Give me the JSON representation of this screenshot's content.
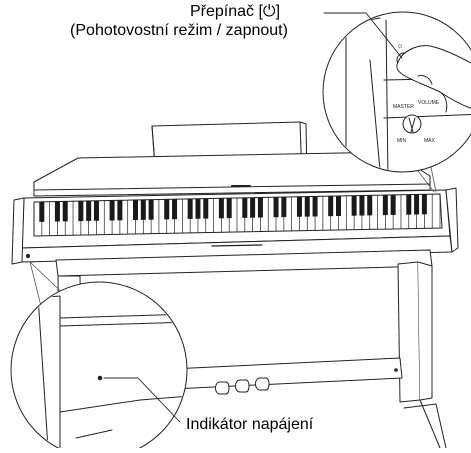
{
  "callouts": {
    "power_switch_line1": "Přepínač [⏻]",
    "power_switch_line2": "(Pohotovostní režim / zapnout)",
    "power_indicator": "Indikátor napájení"
  },
  "panel_labels": {
    "master": "MASTER",
    "volume": "VOLUME",
    "min": "MIN",
    "max": "MAX",
    "power_symbol": "⏻"
  },
  "keyboard": {
    "white_key_count": 52
  },
  "pedals": {
    "count": 3
  }
}
